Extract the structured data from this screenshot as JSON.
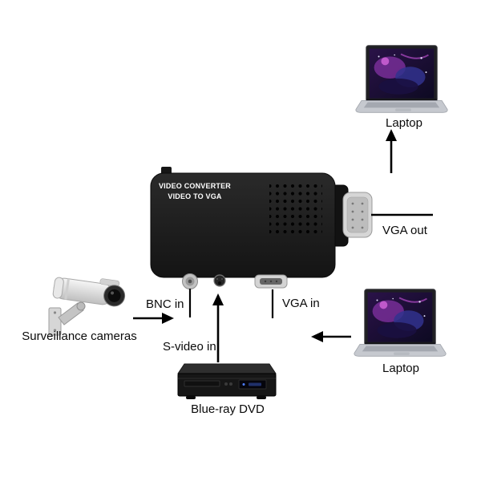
{
  "labels": {
    "laptop_top": "Laptop",
    "vga_out": "VGA out",
    "bnc_in": "BNC in",
    "surveillance": "Surveillance cameras",
    "svideo_in": "S-video in",
    "bluray": "Blue-ray DVD",
    "vga_in": "VGA in",
    "laptop_bottom": "Laptop"
  },
  "device": {
    "line1": "VIDEO CONVERTER",
    "line2": "VIDEO TO VGA"
  },
  "icons": {
    "laptop_top": "laptop-icon",
    "laptop_bottom": "laptop-icon",
    "camera": "surveillance-camera-icon",
    "dvd_player": "dvd-player-icon",
    "converter": "converter-box-icon"
  },
  "colors": {
    "background": "#ffffff",
    "arrow": "#000000",
    "converter_body": "#1f1f1f",
    "device_text": "#ffffff",
    "port_metal": "#d4d4d4",
    "label_text": "#0a0a0a"
  }
}
